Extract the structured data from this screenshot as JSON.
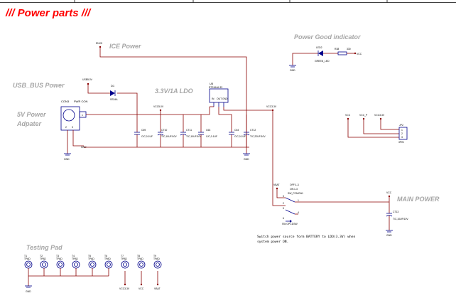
{
  "title": "/// Power parts ///",
  "sections": {
    "ice_power": "ICE Power",
    "power_good": "Power Good indicator",
    "usb_bus_power": "USB_BUS Power",
    "ldo": "3.3V/1A LDO",
    "adapter_line1": "5V Power",
    "adapter_line2": "Adpater",
    "main_power": "MAIN POWER",
    "testing_pad": "Testing Pad"
  },
  "nets": {
    "vbus_ice": "ENV5",
    "usb_5v": "USB5.0V",
    "vcc5v": "VCC5.0V",
    "vcc3v3": "VCC3.3V",
    "vcc3v3_b": "VCC3.3V",
    "vbat": "VBAT",
    "vcc_main": "VCC",
    "vcc_led": "VCC",
    "vcc_p": "VCC_P",
    "gnd": "GND",
    "gnd_label": "GND"
  },
  "parts": {
    "d1": "D1",
    "d1_val": "SS34A",
    "con3": "CON3",
    "con3_val": "PWR CON",
    "con3_pins": [
      "1",
      "2",
      "3"
    ],
    "u5": "U5",
    "u5_val": "RT9164A-33",
    "u5_pins": [
      "IN",
      "OUT",
      "GND"
    ],
    "c1": "C69",
    "c1_val": "C/C,0.1UF",
    "c2": "CT10",
    "c2_val": "T/C,10UF/10V",
    "c3": "CT11",
    "c3_val": "T/C,10UF/10V",
    "c4": "C63",
    "c4_val": "C/C,0.1UF",
    "c5": "C64",
    "c5_val": "C/C,0.1UF",
    "c6": "CT12",
    "c6_val": "T/C,22UF/10V",
    "led": "LED2",
    "led_val": "GREEN_LED",
    "r": "R38",
    "r_val": "330",
    "jp": "JP2",
    "jp_val": "3PIN",
    "jp_pins": [
      "1",
      "2",
      "3"
    ],
    "sw": "SW_PCMON1",
    "sw_val": "SW OPCDSW",
    "sw_states": [
      "OFF:1-3",
      "ON:1-3"
    ],
    "sw_pins": [
      "1",
      "2",
      "3",
      "4",
      "5",
      "6"
    ],
    "ct13": "CT13",
    "ct13_val": "T/C,10UF/10V"
  },
  "testpads": [
    {
      "ref": "T1",
      "val": "TPAD"
    },
    {
      "ref": "T2",
      "val": "TPAD"
    },
    {
      "ref": "T3",
      "val": "TPAD"
    },
    {
      "ref": "T4",
      "val": "TPAD"
    },
    {
      "ref": "T5",
      "val": "TPAD"
    },
    {
      "ref": "T6",
      "val": "TPAD"
    },
    {
      "ref": "T7",
      "val": "TPAD"
    },
    {
      "ref": "T8",
      "val": "TPAD"
    },
    {
      "ref": "T9",
      "val": "TPAD"
    }
  ],
  "testpad_nets": [
    "GND",
    "VCC3.3V",
    "VCC",
    "VBAT"
  ],
  "note": {
    "line1": "Switch power source form BATTERY to LDO(3.3V) when",
    "line2": "system power ON."
  },
  "colors": {
    "title": "#ff0000",
    "section": "#a6a6a6",
    "wire": "#8b0000",
    "part": "#00008b",
    "frame": "#000000"
  }
}
